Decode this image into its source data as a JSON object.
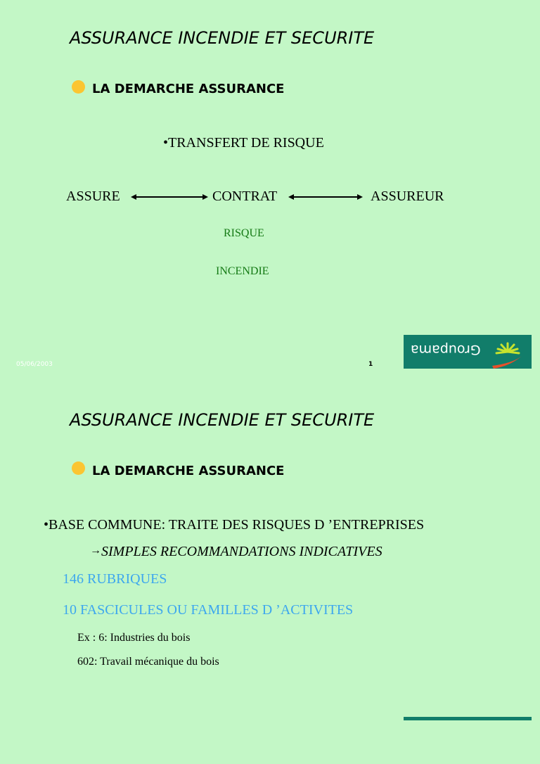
{
  "slide1": {
    "title": "ASSURANCE INCENDIE ET SECURITE",
    "subhead": "LA DEMARCHE ASSURANCE",
    "bullet": "•TRANSFERT DE RISQUE",
    "assure": "ASSURE",
    "contrat": "CONTRAT",
    "assureur": "ASSUREUR",
    "risque": "RISQUE",
    "incendie": "INCENDIE",
    "date": "05/06/2003",
    "page": "1",
    "logo": "Groupama"
  },
  "slide2": {
    "title": "ASSURANCE INCENDIE ET SECURITE",
    "subhead": "LA DEMARCHE ASSURANCE",
    "line1": "•BASE COMMUNE: TRAITE DES RISQUES D ’ENTREPRISES",
    "line2_arrow": "→",
    "line2": "SIMPLES RECOMMANDATIONS INDICATIVES",
    "line3": "146 RUBRIQUES",
    "line4": "10 FASCICULES OU FAMILLES D ’ACTIVITES",
    "line5": "Ex : 6: Industries du bois",
    "line6": "602: Travail mécanique du bois"
  },
  "colors": {
    "background": "#c3f7c6",
    "bullet": "#fbc531",
    "green_text": "#157a15",
    "blue_text": "#3da7ee",
    "logo_bg": "#117d6a",
    "logo_accent": "#e8502a",
    "logo_rays": "#c6e22e"
  }
}
